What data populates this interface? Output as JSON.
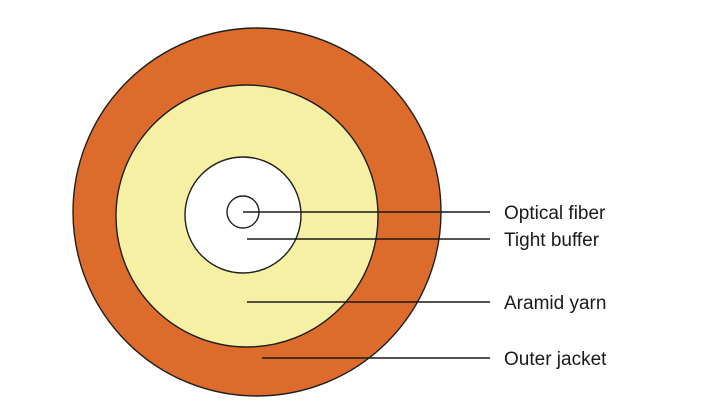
{
  "colors": {
    "outer_jacket": "#dd6b2c",
    "aramid_yarn": "#f5f0a3",
    "tight_buffer": "#ffffff",
    "optical_fiber": "#ffffff",
    "outline": "#1f1f1f",
    "text": "#1a1a1a"
  },
  "labels": {
    "optical_fiber": "Optical fiber",
    "tight_buffer": "Tight buffer",
    "aramid_yarn": "Aramid yarn",
    "outer_jacket": "Outer jacket"
  }
}
